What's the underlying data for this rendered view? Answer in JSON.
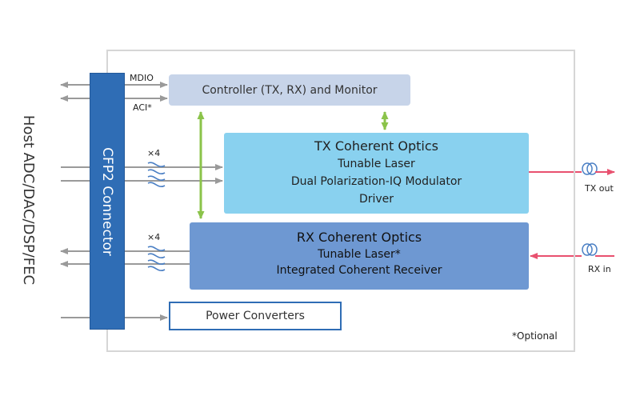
{
  "host": {
    "label": "Host ADC/DAC/DSP/FEC"
  },
  "connector": {
    "label": "CFP2 Connector"
  },
  "controller": {
    "label": "Controller (TX, RX) and Monitor"
  },
  "bus_labels": {
    "mdio": "MDIO",
    "aci": "ACI*"
  },
  "lane_counts": {
    "tx": "×4",
    "rx": "×4"
  },
  "tx_block": {
    "title": "TX Coherent Optics",
    "lines": [
      "Tunable Laser",
      "Dual Polarization-IQ Modulator",
      "Driver"
    ]
  },
  "rx_block": {
    "title": "RX Coherent Optics",
    "lines": [
      "Tunable Laser*",
      "Integrated Coherent Receiver"
    ]
  },
  "power": {
    "label": "Power Converters"
  },
  "ports": {
    "tx_out": "TX out",
    "rx_in": "RX in"
  },
  "footnote": "*Optional",
  "colors": {
    "connector": "#2f6db5",
    "controller": "#c7d4e9",
    "tx_block": "#89d1ef",
    "rx_block": "#6e98d2",
    "control_arrow": "#8bc34a",
    "optical": "#e8516f",
    "signal": "#9a9a9a",
    "fiber": "#4a7fc4"
  }
}
